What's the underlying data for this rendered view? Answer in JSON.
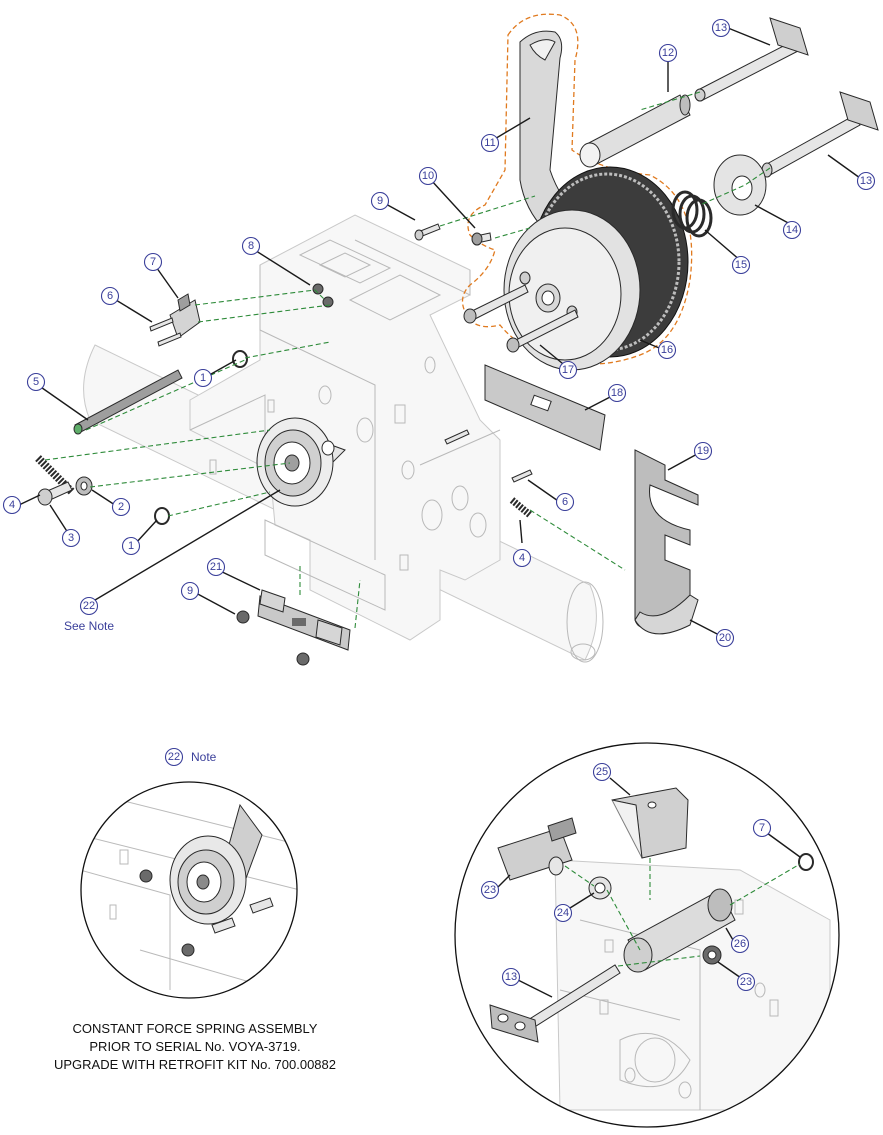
{
  "callouts": {
    "c1a": "1",
    "c1b": "1",
    "c2": "2",
    "c3": "3",
    "c4a": "4",
    "c4b": "4",
    "c5": "5",
    "c6a": "6",
    "c6b": "6",
    "c7a": "7",
    "c7b": "7",
    "c8": "8",
    "c9a": "9",
    "c9b": "9",
    "c10": "10",
    "c11": "11",
    "c12": "12",
    "c13a": "13",
    "c13b": "13",
    "c13c": "13",
    "c14": "14",
    "c15": "15",
    "c16": "16",
    "c17": "17",
    "c18": "18",
    "c19": "19",
    "c20": "20",
    "c21": "21",
    "c22a": "22",
    "c22b": "22",
    "c23a": "23",
    "c23b": "23",
    "c24": "24",
    "c25": "25",
    "c26": "26"
  },
  "labels": {
    "see_note": "See Note",
    "note": "Note"
  },
  "caption": {
    "line1": "CONSTANT FORCE SPRING ASSEMBLY",
    "line2": "PRIOR TO SERIAL No. VOYA-3719.",
    "line3": "UPGRADE WITH RETROFIT KIT No. 700.00882"
  },
  "colors": {
    "callout": "#3a3f9a",
    "highlight_outline": "#e07a1f",
    "dashed_leader": "#2e8b3a"
  }
}
